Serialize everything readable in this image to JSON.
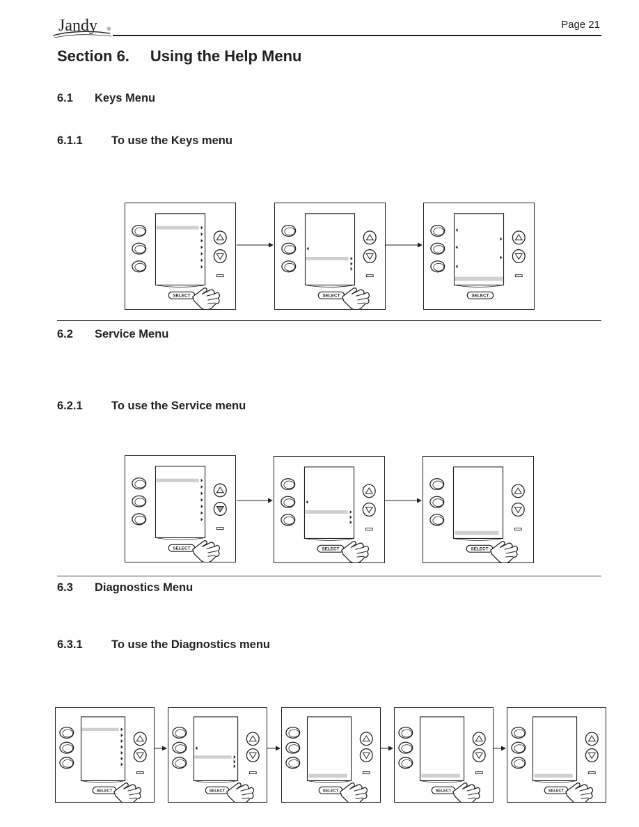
{
  "header": {
    "logo_text": "Jandy",
    "page_label": "Page 21"
  },
  "section": {
    "number": "Section 6.",
    "title": "Using the Help Menu"
  },
  "headings": [
    {
      "num": "6.1",
      "title": "Keys Menu"
    },
    {
      "num": "6.1.1",
      "title": "To use the Keys menu"
    },
    {
      "num": "6.2",
      "title": "Service Menu"
    },
    {
      "num": "6.2.1",
      "title": "To use the Service menu"
    },
    {
      "num": "6.3",
      "title": "Diagnostics Menu"
    },
    {
      "num": "6.3.1",
      "title": "To use the Diagnostics menu"
    }
  ],
  "select_label": "SELECT",
  "colors": {
    "ink": "#231f20",
    "highlight": "#cfcfcf"
  }
}
